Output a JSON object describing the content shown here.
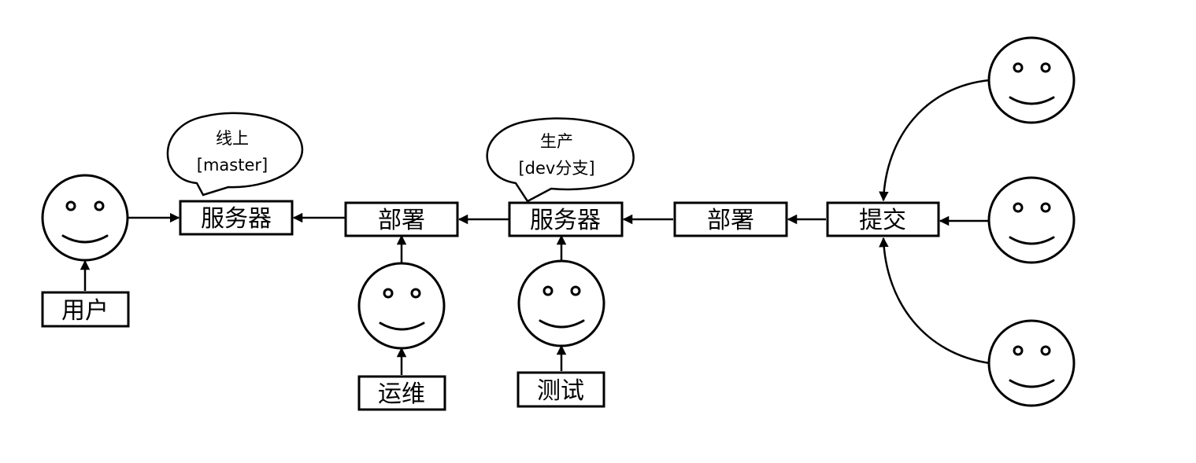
{
  "boxes": {
    "server_prod": "服务器",
    "deploy_ops": "部署",
    "server_dev": "服务器",
    "deploy_dev": "部署",
    "commit": "提交",
    "user": "用户",
    "ops": "运维",
    "test": "测试"
  },
  "bubbles": {
    "prod": {
      "line1": "线上",
      "line2": "[master]"
    },
    "dev": {
      "line1": "生产",
      "line2": "[dev分支]"
    }
  },
  "colors": {
    "stroke": "#000000",
    "fill": "#ffffff"
  }
}
